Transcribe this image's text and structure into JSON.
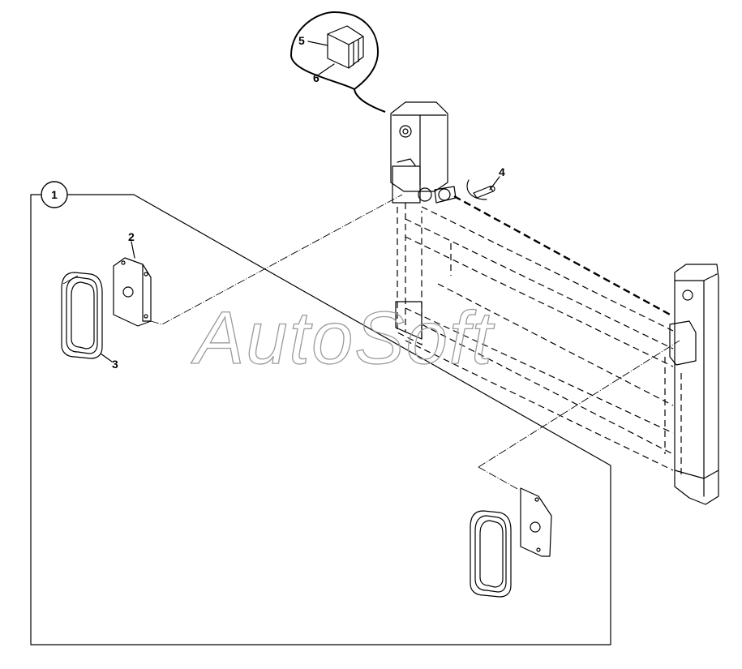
{
  "diagram": {
    "watermark": "AutoSoft",
    "group_label": "1",
    "callouts": {
      "c2": "2",
      "c3": "3",
      "c4": "4",
      "c5": "5",
      "c6": "6"
    }
  }
}
